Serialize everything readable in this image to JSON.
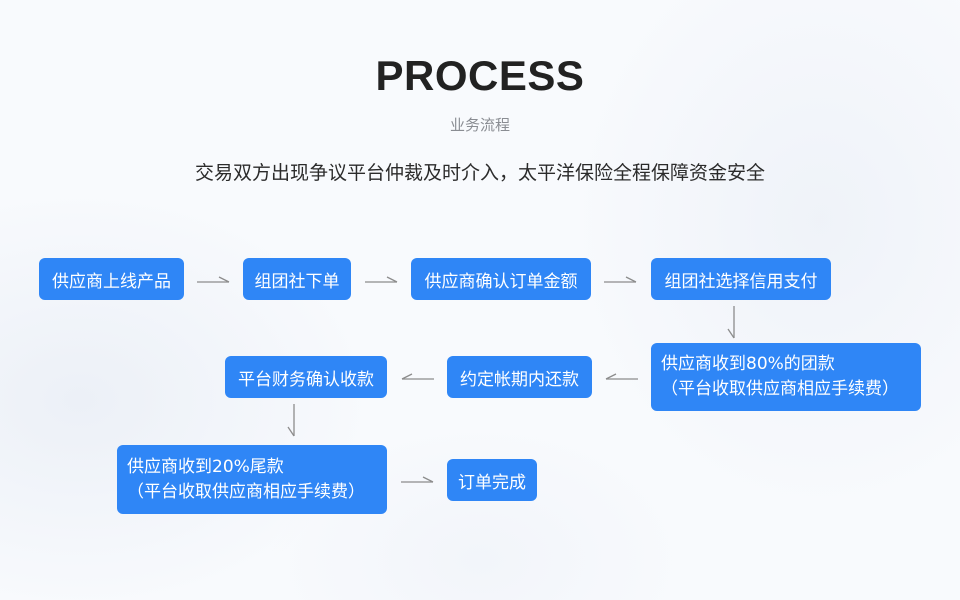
{
  "header": {
    "title": "PROCESS",
    "subtitle": "业务流程",
    "tagline": "交易双方出现争议平台仲裁及时介入，太平洋保险全程保障资金安全"
  },
  "steps": [
    {
      "label": "供应商上线产品"
    },
    {
      "label": "组团社下单"
    },
    {
      "label": "供应商确认订单金额"
    },
    {
      "label": "组团社选择信用支付"
    },
    {
      "line1": "供应商收到80%的团款",
      "line2": "（平台收取供应商相应手续费）"
    },
    {
      "label": "约定帐期内还款"
    },
    {
      "label": "平台财务确认收款"
    },
    {
      "line1": "供应商收到20%尾款",
      "line2": "（平台收取供应商相应手续费）"
    },
    {
      "label": "订单完成"
    }
  ],
  "colors": {
    "step_fill": "#2f86f6",
    "arrow": "#8c8c8c",
    "title": "#222222",
    "subtitle": "#8a8d93"
  }
}
